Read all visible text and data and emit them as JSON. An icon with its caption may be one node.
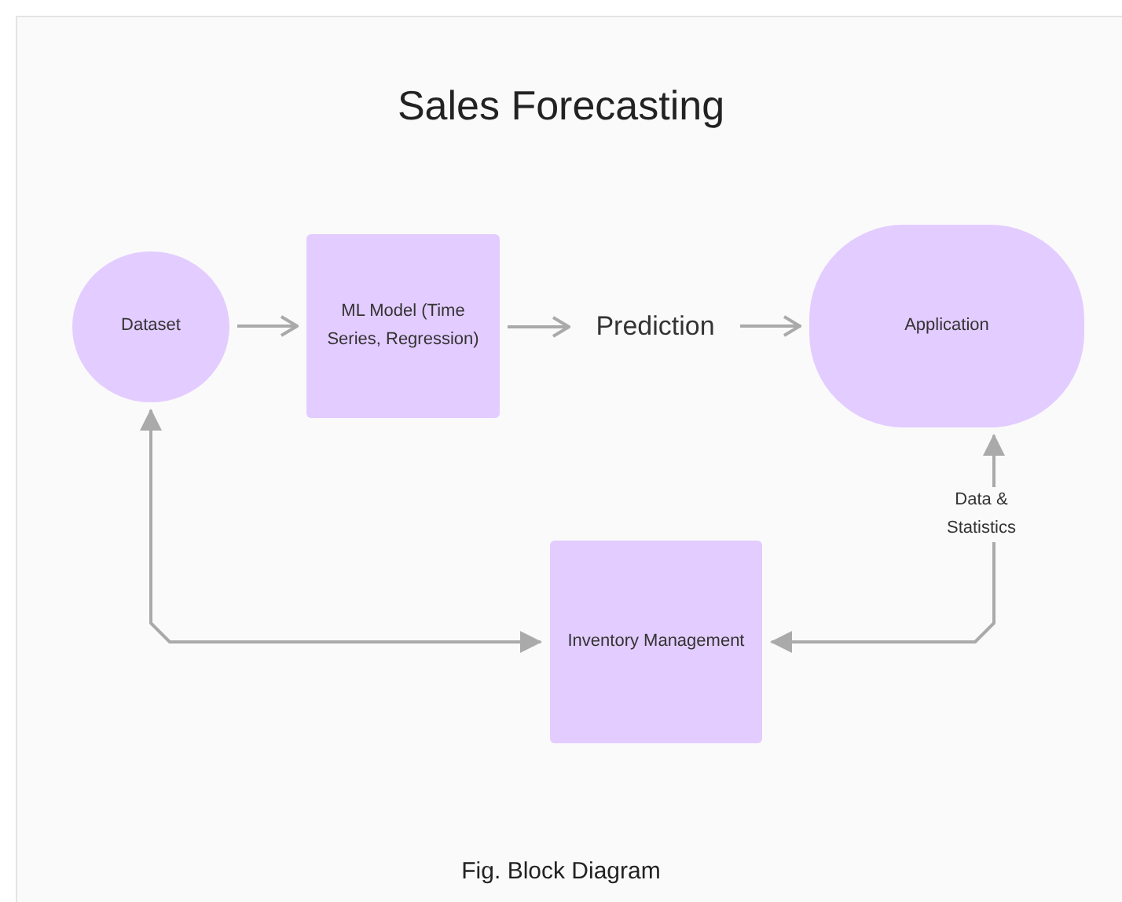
{
  "diagram": {
    "title": "Sales Forecasting",
    "caption": "Fig. Block Diagram",
    "nodes": [
      {
        "text": [
          "Dataset"
        ]
      },
      {
        "text": [
          "ML Model (Time Series, Regression)"
        ]
      },
      {
        "text": [
          "Prediction"
        ]
      },
      {
        "text": [
          "Application"
        ]
      },
      {
        "text": [
          "Inventory Management"
        ]
      }
    ],
    "edges": [
      {
        "from": 0,
        "to": 1,
        "arrow": "to"
      },
      {
        "from": 1,
        "to": 2,
        "arrow": "to"
      },
      {
        "from": 2,
        "to": 3,
        "arrow": "to"
      },
      {
        "from": 0,
        "to": 4,
        "arrow": "both"
      },
      {
        "from": 4,
        "to": 3,
        "arrow": "both",
        "label": "Data & Statistics"
      }
    ]
  }
}
